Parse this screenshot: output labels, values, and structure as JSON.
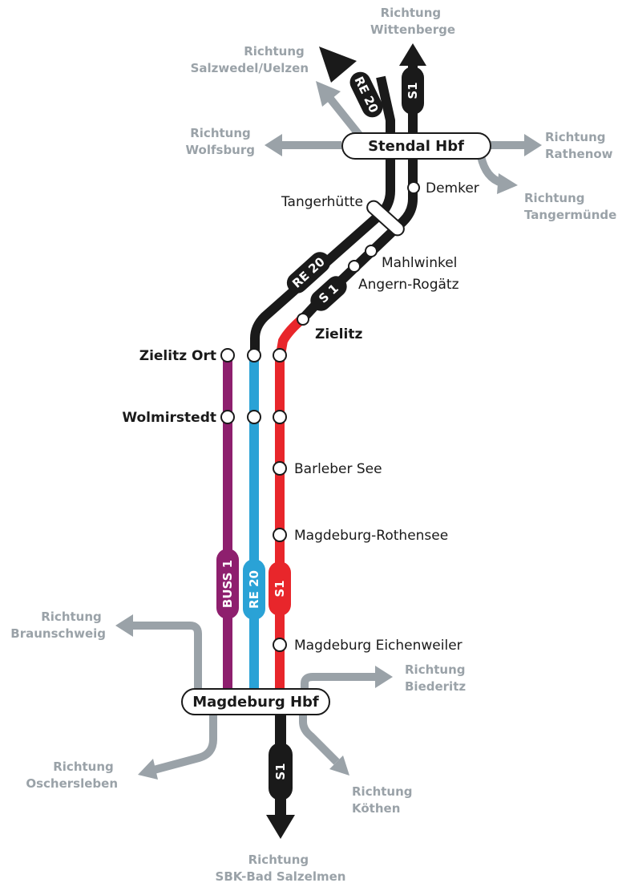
{
  "colors": {
    "black_line": "#1a1a1a",
    "s1_red": "#e8262b",
    "re20_blue": "#2aa2d6",
    "bus1_purple": "#8e1f6e",
    "direction_gray": "#9aa2a8"
  },
  "hubs": {
    "stendal": "Stendal Hbf",
    "magdeburg": "Magdeburg Hbf"
  },
  "lines": {
    "re20": "RE 20",
    "s1": "S1",
    "s1_spaced": "S 1",
    "bus1": "BUSS 1"
  },
  "stations": {
    "demker": "Demker",
    "tangerhuette": "Tangerhütte",
    "mahlwinkel": "Mahlwinkel",
    "angern": "Angern-Rogätz",
    "zielitz": "Zielitz",
    "zielitz_ort": "Zielitz Ort",
    "wolmirstedt": "Wolmirstedt",
    "barleber_see": "Barleber See",
    "rothensee": "Magdeburg-Rothensee",
    "eichenweiler": "Magdeburg Eichenweiler"
  },
  "directions": {
    "wittenberge": [
      "Richtung",
      "Wittenberge"
    ],
    "salzwedel": [
      "Richtung",
      "Salzwedel/Uelzen"
    ],
    "wolfsburg": [
      "Richtung",
      "Wolfsburg"
    ],
    "rathenow": [
      "Richtung",
      "Rathenow"
    ],
    "tangermuende": [
      "Richtung",
      "Tangermünde"
    ],
    "braunschweig": [
      "Richtung",
      "Braunschweig"
    ],
    "biederitz": [
      "Richtung",
      "Biederitz"
    ],
    "oschersleben": [
      "Richtung",
      "Oschersleben"
    ],
    "koethen": [
      "Richtung",
      "Köthen"
    ],
    "salzelmen": [
      "Richtung",
      "SBK-Bad Salzelmen"
    ]
  }
}
